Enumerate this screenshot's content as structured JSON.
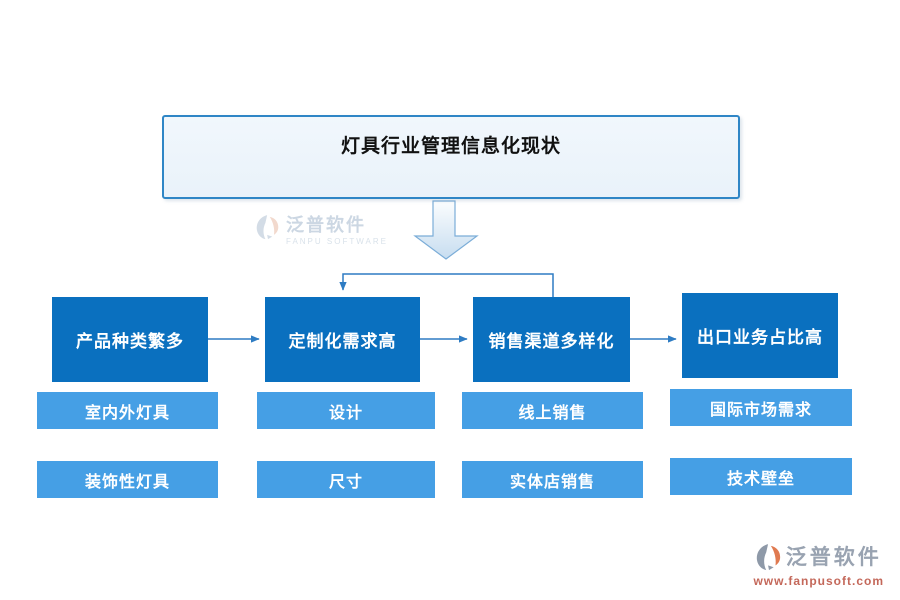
{
  "title": "灯具行业管理信息化现状",
  "diagram": {
    "type": "flowchart",
    "direction": "top-down, then left-to-right chain with sub-items"
  },
  "nodes": [
    {
      "label": "产品种类繁多",
      "children": [
        "室内外灯具",
        "装饰性灯具"
      ]
    },
    {
      "label": "定制化需求高",
      "children": [
        "设计",
        "尺寸"
      ]
    },
    {
      "label": "销售渠道多样化",
      "children": [
        "线上销售",
        "实体店销售"
      ]
    },
    {
      "label": "出口业务占比高",
      "children": [
        "国际市场需求",
        "技术壁垒"
      ]
    }
  ],
  "watermark_center": {
    "brand": "泛普软件",
    "subtitle": "FANPU SOFTWARE"
  },
  "watermark_corner": {
    "brand": "泛普软件",
    "url": "www.fanpusoft.com"
  },
  "colors": {
    "main_node_fill": "#0a70bf",
    "sub_node_fill": "#459fe5",
    "connector_line": "#2e7cc3",
    "title_fill": "#ecf4fb",
    "title_border": "#2f86c6",
    "node_text": "#ffffff",
    "watermark_gray": "#99a3b1",
    "watermark_url_red": "#c4685a"
  }
}
